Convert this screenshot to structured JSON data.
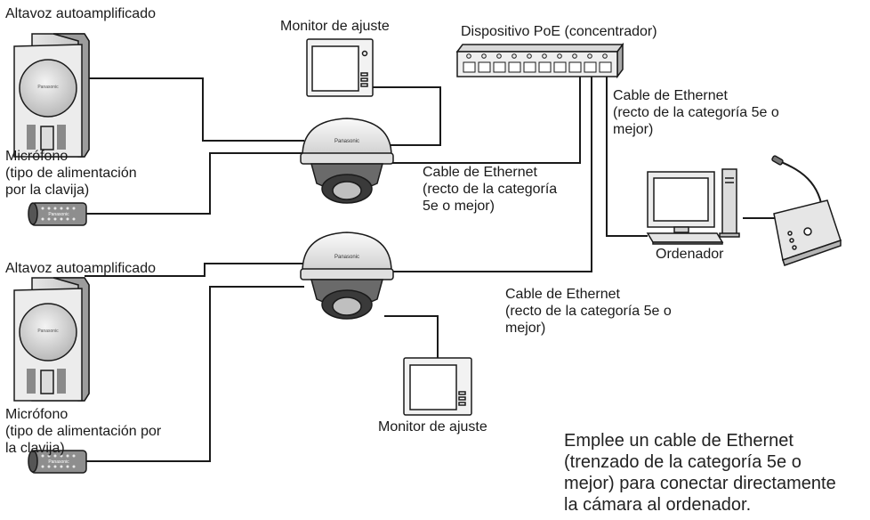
{
  "labels": {
    "speaker_top": "Altavoz autoamplificado",
    "monitor_top": "Monitor de ajuste",
    "poe_device": "Dispositivo PoE (concentrador)",
    "cable_pc": [
      "Cable de Ethernet",
      "(recto de la categoría 5e o",
      "mejor)"
    ],
    "mic_top": [
      "Micrófono",
      "(tipo de alimentación",
      "por la clavija)"
    ],
    "cable_cam1": [
      "Cable de Ethernet",
      "(recto de la categoría",
      "5e o mejor)"
    ],
    "computer": "Ordenador",
    "speaker_bottom": "Altavoz autoamplificado",
    "cable_cam2": [
      "Cable de Ethernet",
      "(recto de la categoría 5e o",
      "mejor)"
    ],
    "mic_bottom": [
      "Micrófono",
      "(tipo de alimentación por",
      "la clavija)"
    ],
    "monitor_bottom": "Monitor de ajuste",
    "note": [
      "Emplee un cable de Ethernet",
      "(trenzado de la categoría 5e o",
      "mejor) para conectar directamente",
      "la cámara al ordenador."
    ]
  },
  "brand": "Panasonic",
  "colors": {
    "line": "#1a1a1a",
    "device_fill": "#e9e9e9",
    "device_shadow": "#b8b8b8"
  }
}
